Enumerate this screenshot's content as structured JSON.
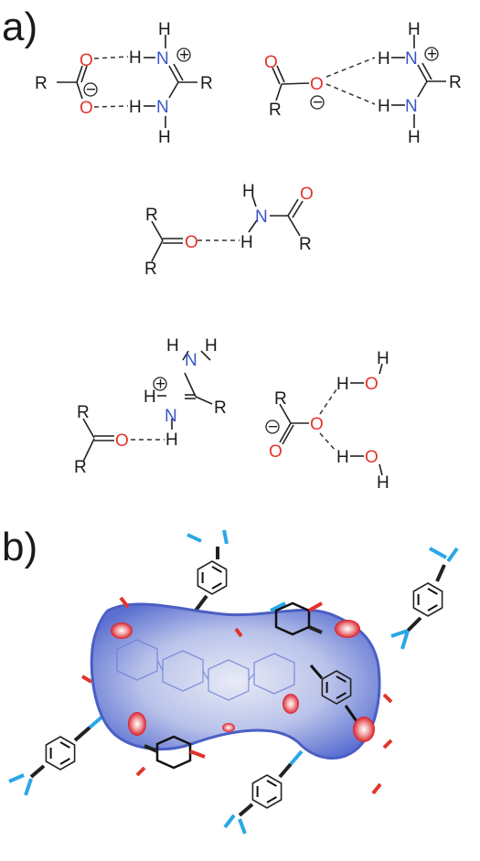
{
  "panels": {
    "a_label": "a)",
    "b_label": "b)"
  },
  "atoms": {
    "R": "R",
    "O": "O",
    "N": "N",
    "H": "H",
    "plus": "+",
    "minus": "−"
  },
  "colors": {
    "oxygen": "#e2342b",
    "nitrogen": "#3a55c8",
    "bond": "#222222",
    "surface_blue": "#5a6fd0",
    "surface_white": "#e8ebf6",
    "contact_red": "#d8202a",
    "ligand_blue": "#2aa7e6"
  }
}
